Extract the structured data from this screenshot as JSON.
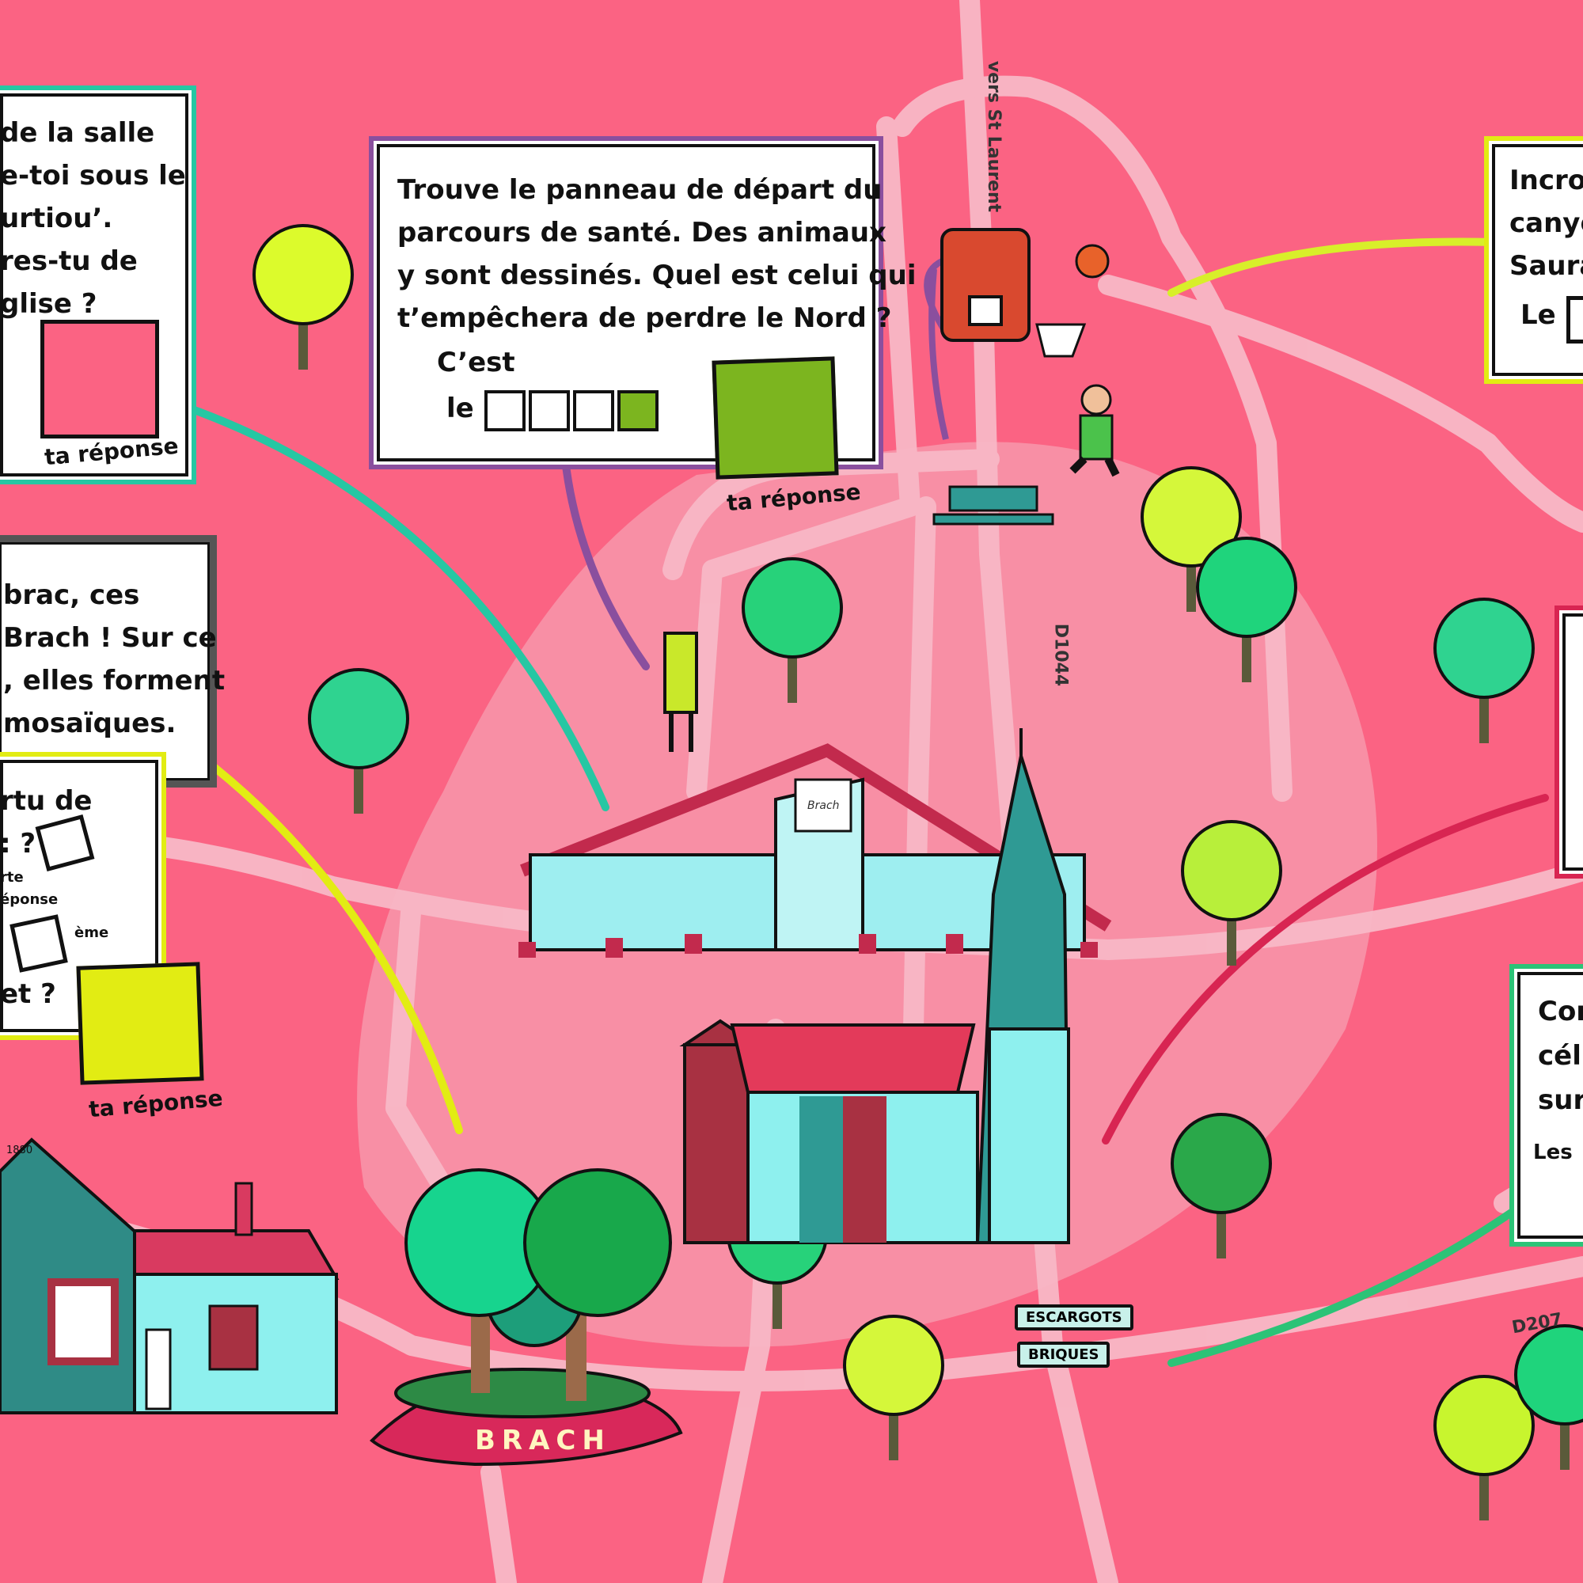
{
  "colors": {
    "background": "#fb6383",
    "road": "#f8a9bb",
    "teal": "#26c7a3",
    "purple": "#8a4f9e",
    "yellow": "#e2ec13",
    "green_answer": "#7cb51f",
    "red": "#d82552",
    "green": "#2cc377"
  },
  "road_labels": {
    "north": "vers St Laurent",
    "d1044": "D1044",
    "d207": "D207"
  },
  "boxes": {
    "top_left": {
      "lines": [
        "de la salle",
        "e-toi sous le",
        "urtiou’.",
        "res-tu de",
        "glise ?"
      ],
      "answer_label": "ta réponse"
    },
    "center_top": {
      "lines": [
        "Trouve le panneau de départ du",
        "parcours de santé. Des animaux",
        "y sont dessinés. Quel est celui qui",
        "t’empêchera de perdre le Nord ?"
      ],
      "cest": "C’est",
      "le": "le",
      "answer_label": "ta réponse"
    },
    "left_middle": {
      "lines": [
        "brac, ces",
        "Brach ! Sur ce",
        ", elles forment",
        "mosaïques."
      ]
    },
    "left_lower": {
      "lines": [
        "rtu de",
        ": ?",
        "et ?"
      ],
      "hint_porte": "rte",
      "hint_reponse": "éponse",
      "suffix": "ème",
      "answer_label": "ta réponse"
    },
    "right_top": {
      "lines": [
        "Incro",
        "canyo",
        "Saura"
      ],
      "le": "Le"
    },
    "right_bottom": {
      "lines": [
        "Con",
        "cél",
        "sur"
      ],
      "les": "Les"
    }
  },
  "signs": {
    "snails": "ESCARGOTS",
    "bricks": "BRIQUES"
  },
  "roundabout": {
    "name": "BRACH"
  },
  "house": {
    "year": "1880"
  },
  "hall": {
    "logo": "Brach"
  }
}
